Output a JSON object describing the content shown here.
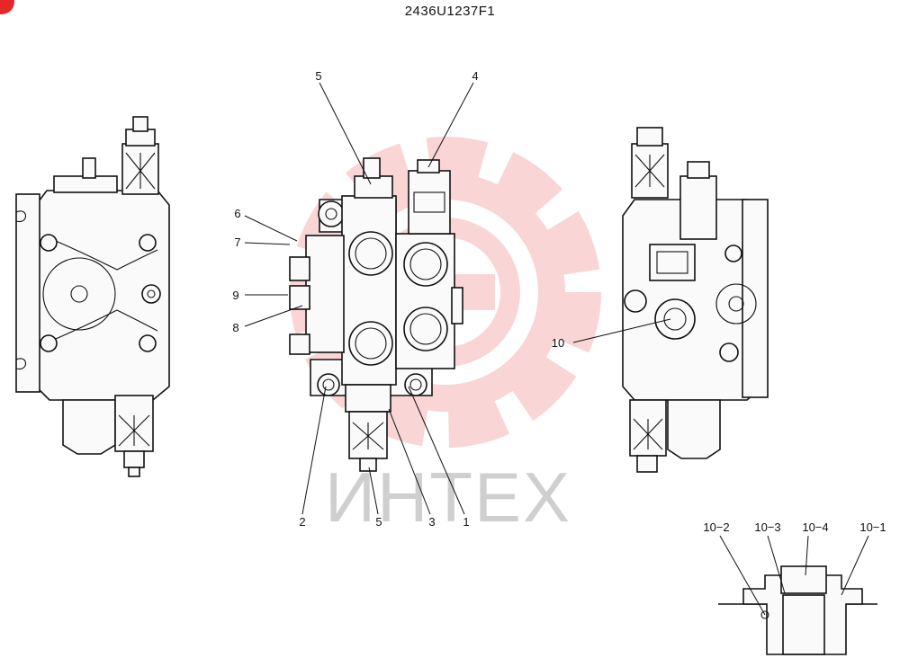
{
  "drawing": {
    "title": "2436U1237F1",
    "watermark_text": "ИНТЕХ",
    "callouts": {
      "c1": "1",
      "c2": "2",
      "c3": "3",
      "c4": "4",
      "c5_top": "5",
      "c5_bottom": "5",
      "c6": "6",
      "c7": "7",
      "c8": "8",
      "c9": "9",
      "c10": "10",
      "d10_1": "10−1",
      "d10_2": "10−2",
      "d10_3": "10−3",
      "d10_4": "10−4"
    },
    "colors": {
      "accent": "#e8262a",
      "watermark": "#f5b3b3",
      "line": "#111111"
    }
  }
}
